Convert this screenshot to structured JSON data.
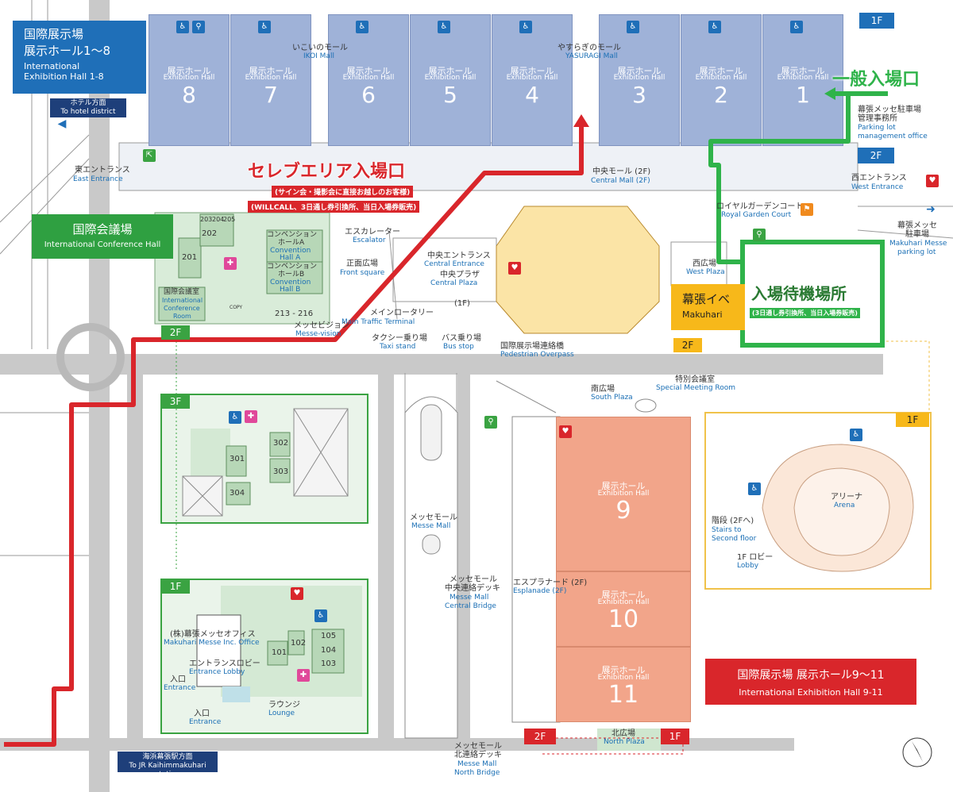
{
  "floor_1f": "1F",
  "floor_2f": "2F",
  "floor_3f": "3F",
  "hall_label_jp": "展示ホール",
  "hall_label_en": "Exhibition Hall",
  "halls_1_8": [
    "8",
    "7",
    "6",
    "5",
    "4",
    "3",
    "2",
    "1"
  ],
  "halls_9_11": [
    "9",
    "10",
    "11"
  ],
  "section_1_8": {
    "jp1": "国際展示場",
    "jp2": "展示ホール1〜8",
    "en1": "International",
    "en2": "Exhibition Hall 1-8"
  },
  "section_9_11": {
    "jp": "国際展示場 展示ホール9〜11",
    "en": "International Exhibition Hall 9-11"
  },
  "conference": {
    "jp": "国際会議場",
    "en": "International Conference Hall"
  },
  "celeb_entrance": {
    "title": "セレブエリア入場口",
    "sub1": "(サイン会・撮影会に直接お越しのお客様)",
    "sub2": "(WILLCALL、3日通し券引換所、当日入場券販売)"
  },
  "general_entrance": "一般入場口",
  "waiting_area": {
    "title": "入場待機場所",
    "sub": "(3日通し券引換所、当日入場券販売)"
  },
  "event_banner": {
    "jp": "幕張イベ",
    "en": "Makuhari"
  },
  "hotel": {
    "jp": "ホテル方面",
    "en": "To hotel district"
  },
  "station": {
    "jp": "海浜幕張駅方面",
    "en": "To JR Kaihimmakuhari station"
  },
  "labels": {
    "ikoi_jp": "いこいのモール",
    "ikoi_en": "IKOI Mall",
    "yasuragi_jp": "やすらぎのモール",
    "yasuragi_en": "YASURAGI Mall",
    "east_jp": "東エントランス",
    "east_en": "East Entrance",
    "central_mall_jp": "中央モール (2F)",
    "central_mall_en": "Central Mall (2F)",
    "west_jp": "西エントランス",
    "west_en": "West Entrance",
    "royal_jp": "ロイヤルガーデンコート",
    "royal_en": "Royal Garden Court",
    "parking_office_jp1": "幕張メッセ駐車場",
    "parking_office_jp2": "管理事務所",
    "parking_office_en1": "Parking lot",
    "parking_office_en2": "management office",
    "parking_jp1": "幕張メッセ",
    "parking_jp2": "駐車場",
    "parking_en1": "Makuhari Messe",
    "parking_en2": "parking lot",
    "escalator_jp": "エスカレーター",
    "escalator_en": "Escalator",
    "front_jp": "正面広場",
    "front_en": "Front square",
    "central_ent_jp": "中央エントランス",
    "central_ent_en": "Central Entrance",
    "central_plaza_jp": "中央プラザ",
    "central_plaza_en": "Central Plaza",
    "rotary_jp": "メインロータリー",
    "rotary_en": "Main Traffic Terminal",
    "taxi_jp": "タクシー乗り場",
    "taxi_en": "Taxi stand",
    "bus_jp": "バス乗り場",
    "bus_en": "Bus stop",
    "overpass_jp": "国際展示場連絡橋",
    "overpass_en": "Pedestrian Overpass",
    "west_plaza_jp": "西広場",
    "west_plaza_en": "West Plaza",
    "messevision_jp": "メッセビジョン",
    "messevision_en": "Messe-vision",
    "one_f": "(1F)",
    "south_jp": "南広場",
    "south_en": "South Plaza",
    "special_jp": "特別会議室",
    "special_en": "Special Meeting Room",
    "messe_mall_jp": "メッセモール",
    "messe_mall_en": "Messe Mall",
    "central_bridge_jp1": "メッセモール",
    "central_bridge_jp2": "中央連絡デッキ",
    "central_bridge_en1": "Messe Mall",
    "central_bridge_en2": "Central Bridge",
    "esplanade_jp": "エスプラナード (2F)",
    "esplanade_en": "Esplanade (2F)",
    "north_bridge_jp1": "メッセモール",
    "north_bridge_jp2": "北連絡デッキ",
    "north_bridge_en1": "Messe Mall",
    "north_bridge_en2": "North Bridge",
    "north_plaza_jp": "北広場",
    "north_plaza_en": "North Plaza",
    "arena_jp": "アリーナ",
    "arena_en": "Arena",
    "stairs_jp": "階段 (2Fへ)",
    "stairs_en1": "Stairs to",
    "stairs_en2": "Second floor",
    "lobby_jp": "1F ロビー",
    "lobby_en": "Lobby",
    "conv_a_jp1": "コンベンション",
    "conv_a_jp2": "ホールA",
    "conv_a_en1": "Convention",
    "conv_a_en2": "Hall A",
    "conv_b_jp1": "コンベンション",
    "conv_b_jp2": "ホールB",
    "conv_b_en1": "Convention",
    "conv_b_en2": "Hall B",
    "conf_room_jp": "国際会議室",
    "conf_room_en1": "International",
    "conf_room_en2": "Conference",
    "conf_room_en3": "Room",
    "rooms_213": "213 - 216",
    "office_jp": "(株)幕張メッセオフィス",
    "office_en": "Makuhari Messe Inc. Office",
    "lobby_ent_jp": "エントランスロビー",
    "lobby_ent_en": "Entrance Lobby",
    "iriguchi_jp": "入口",
    "iriguchi_en": "Entrance",
    "lounge_jp": "ラウンジ",
    "lounge_en": "Lounge",
    "copy": "COPY"
  },
  "rooms": {
    "r201": "201",
    "r202": "202",
    "r203": "203",
    "r204": "204",
    "r205": "205",
    "r301": "301",
    "r302": "302",
    "r303": "303",
    "r304": "304",
    "r101": "101",
    "r102": "102",
    "r103": "103",
    "r104": "104",
    "r105": "105"
  },
  "colors": {
    "hall_blue": "#9fb2d8",
    "hall_orange": "#f2a58a",
    "route_red": "#d9262b",
    "route_green": "#2fb34a",
    "brand_blue": "#1a6fb5",
    "conference_green": "#b9dcb9"
  }
}
